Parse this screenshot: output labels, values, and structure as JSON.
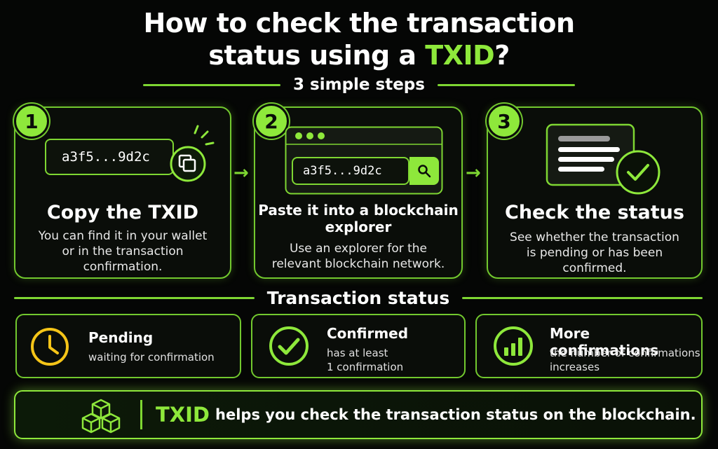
{
  "header": {
    "title_line1": "How to check the transaction",
    "title_line2_prefix": "status using a ",
    "title_line2_highlight": "TXID",
    "title_line2_suffix": "?",
    "subtitle": "3 simple steps"
  },
  "steps": [
    {
      "number": "1",
      "txid_sample": "a3f5...9d2c",
      "title": "Copy the TXID",
      "desc_line1": "You can find it in your wallet",
      "desc_line2": "or in the transaction",
      "desc_line3": "confirmation."
    },
    {
      "number": "2",
      "txid_sample": "a3f5...9d2c",
      "title_line1": "Paste it into a blockchain",
      "title_line2": "explorer",
      "desc_line1": "Use an explorer for the",
      "desc_line2": "relevant blockchain network."
    },
    {
      "number": "3",
      "title": "Check the status",
      "desc_line1": "See whether the transaction",
      "desc_line2": "is pending or has been",
      "desc_line3": "confirmed."
    }
  ],
  "status_section": {
    "heading": "Transaction status",
    "cards": [
      {
        "title": "Pending",
        "desc_line1": "waiting for confirmation",
        "icon": "clock-icon"
      },
      {
        "title": "Confirmed",
        "desc_line1": "has at least",
        "desc_line2": "1 confirmation",
        "icon": "check-circle-icon"
      },
      {
        "title": "More confirmations",
        "desc_line1": "the number of confirmations",
        "desc_line2": "increases",
        "icon": "bar-chart-icon"
      }
    ]
  },
  "banner": {
    "highlight": "TXID",
    "text": "helps you check the transaction status on the blockchain."
  },
  "colors": {
    "accent": "#8ee83b",
    "border": "#72c82e",
    "pending": "#f5c518",
    "background": "#050605"
  }
}
